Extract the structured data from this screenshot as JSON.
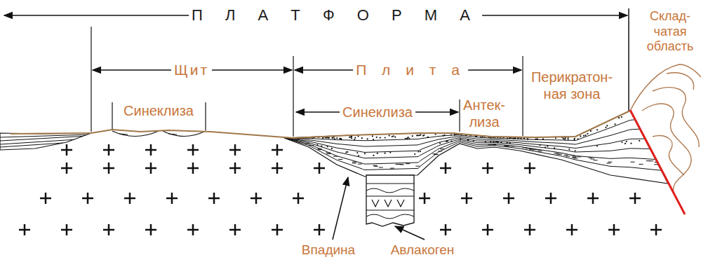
{
  "diagram": {
    "labels": [
      "П Л А Т Ф О Р М А",
      "Щит",
      "П л и т а",
      "Перикратон- ная зона",
      "Склад- чатая область",
      "Синеклиза",
      "Синеклиза",
      "Антек- лиза",
      "Впадина",
      "Авлакоген"
    ]
  }
}
